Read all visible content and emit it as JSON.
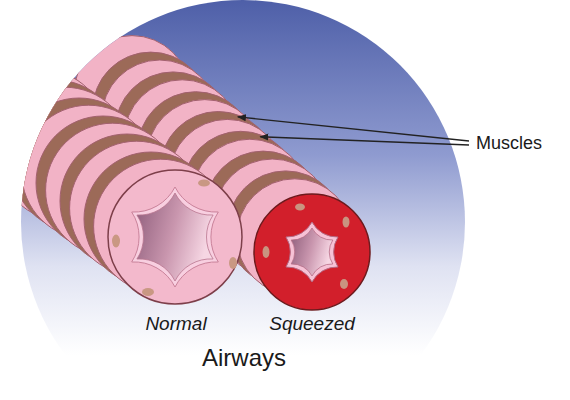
{
  "diagram": {
    "labels": [
      "Muscles",
      "Normal",
      "Squeezed",
      "Airways"
    ]
  }
}
